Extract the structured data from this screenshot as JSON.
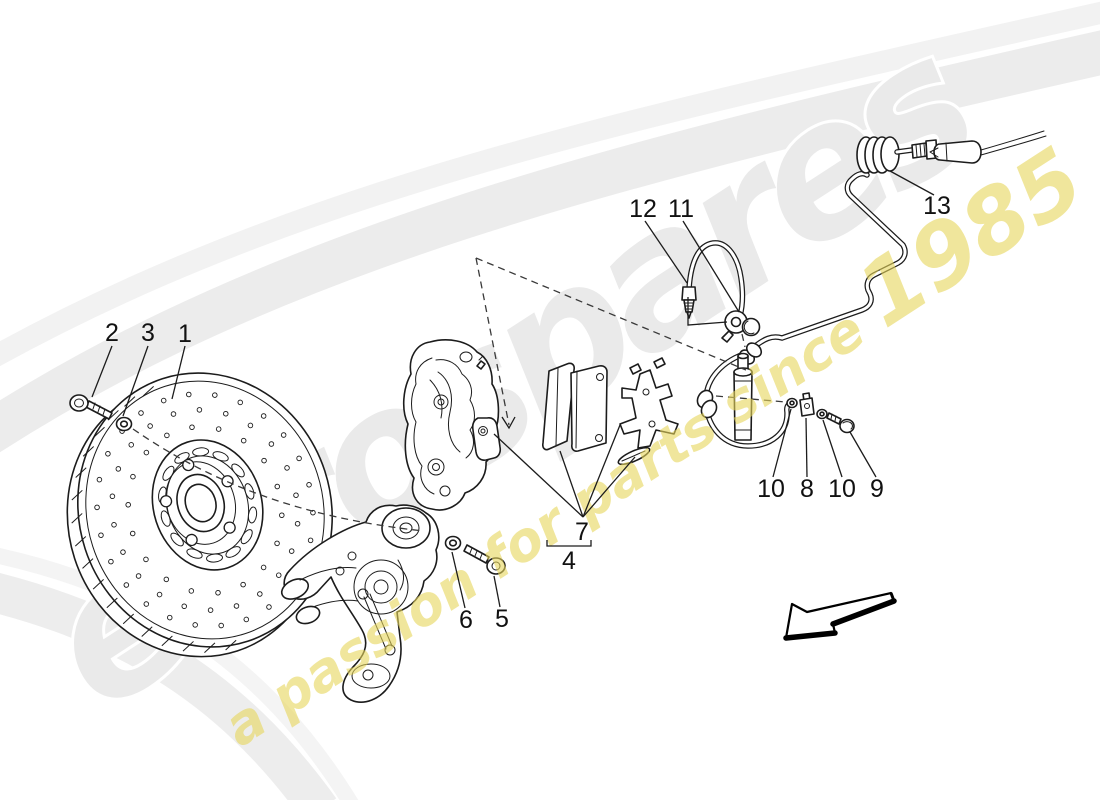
{
  "watermark": {
    "brand": "eurospares",
    "tagline_text": "a passion for parts since ",
    "tagline_year": "1985"
  },
  "callouts": {
    "c1": "1",
    "c2": "2",
    "c3": "3",
    "c4": "4",
    "c5": "5",
    "c6": "6",
    "c7": "7",
    "c8": "8",
    "c9": "9",
    "c10a": "10",
    "c10b": "10",
    "c11": "11",
    "c12": "12",
    "c13": "13"
  },
  "colors": {
    "background": "#ffffff",
    "line": "#1c1c1c",
    "swoosh_gray": "#ececec",
    "watermark_gray": "#eaeaea",
    "watermark_yellow": "#e7d65b"
  }
}
